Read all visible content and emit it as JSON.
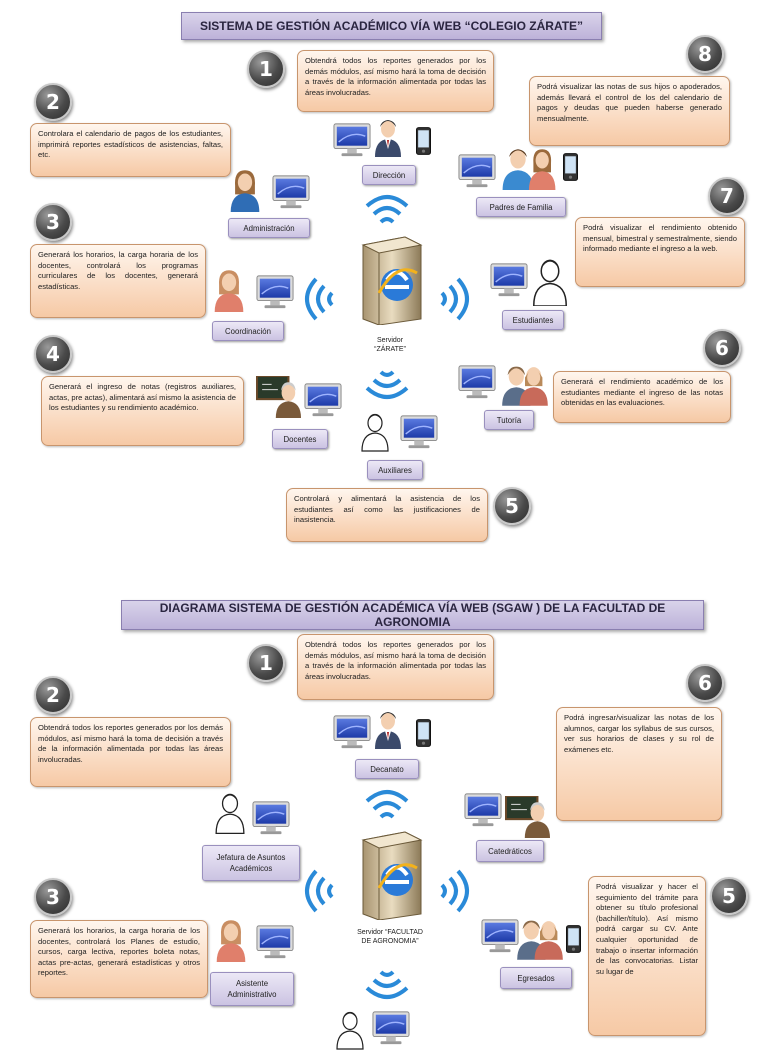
{
  "diagram1": {
    "title": "SISTEMA DE GESTIÓN ACADÉMICO VÍA WEB “COLEGIO ZÁRATE”",
    "server_label_line1": "Servidor",
    "server_label_line2": "“ZÁRATE”",
    "notes": {
      "n1": "Obtendrá todos los reportes generados por los demás módulos, así mismo hará la toma de decisión a través de la información alimentada por todas las áreas involucradas.",
      "n2": "Controlara el calendario de pagos de los estudiantes, imprimirá reportes estadísticos de asistencias, faltas, etc.",
      "n3": "Generará los horarios, la carga horaria de los docentes, controlará los programas curriculares de los docentes, generará estadísticas.",
      "n4": "Generará el ingreso de notas (registros auxiliares, actas, pre actas), alimentará así mismo la asistencia de los estudiantes y su rendimiento académico.",
      "n5": "Controlará y alimentará la asistencia de los estudiantes así como las justificaciones de inasistencia.",
      "n6": "Generará el rendimiento académico de los estudiantes mediante el ingreso de las notas obtenidas en las evaluaciones.",
      "n7": "Podrá visualizar el rendimiento obtenido mensual, bimestral y semestralmente, siendo informado mediante el ingreso a la web.",
      "n8": "Podrá visualizar las notas de sus hijos o apoderados, además llevará el control de los del calendario de pagos y deudas que pueden haberse generado mensualmente."
    },
    "labels": {
      "direccion": "Dirección",
      "administracion": "Administración",
      "coordinacion": "Coordinación",
      "docentes": "Docentes",
      "auxiliares": "Auxiliares",
      "padres": "Padres de Familia",
      "estudiantes": "Estudiantes",
      "tutoria": "Tutoría"
    },
    "badges": [
      "1",
      "2",
      "3",
      "4",
      "5",
      "6",
      "7",
      "8"
    ]
  },
  "diagram2": {
    "title": "DIAGRAMA SISTEMA DE GESTIÓN ACADÉMICA VÍA WEB (SGAW ) DE LA FACULTAD DE AGRONOMIA",
    "server_label_line1": "Servidor “FACULTAD",
    "server_label_line2": "DE AGRONOMIA”",
    "notes": {
      "n1": "Obtendrá todos los reportes generados por los demás módulos, así mismo hará la toma de decisión a través de la información alimentada por todas las áreas involucradas.",
      "n2": "Obtendrá todos los reportes generados por los demás módulos, así mismo hará la toma de decisión a través de la información alimentada por todas las áreas involucradas.",
      "n3": "Generará los horarios, la carga horaria de los docentes, controlará los Planes de estudio, cursos, carga lectiva, reportes boleta notas, actas pre-actas, generará estadísticas y otros reportes.",
      "n5": "Podrá visualizar y hacer el seguimiento del trámite para obtener su título profesional (bachiller/título). Así mismo podrá cargar su CV. Ante cualquier oportunidad de trabajo o insertar información de las convocatorias. Listar su lugar de",
      "n6": "Podrá ingresar/visualizar las notas de los alumnos, cargar los syllabus de sus cursos, ver sus horarios de clases y su rol de exámenes etc."
    },
    "labels": {
      "decanato": "Decanato",
      "jefatura": "Jefatura de Asuntos Académicos",
      "catedraticos": "Catedráticos",
      "asistente": "Asistente Administrativo",
      "egresados": "Egresados"
    },
    "badges": [
      "1",
      "2",
      "3",
      "5",
      "6"
    ]
  }
}
